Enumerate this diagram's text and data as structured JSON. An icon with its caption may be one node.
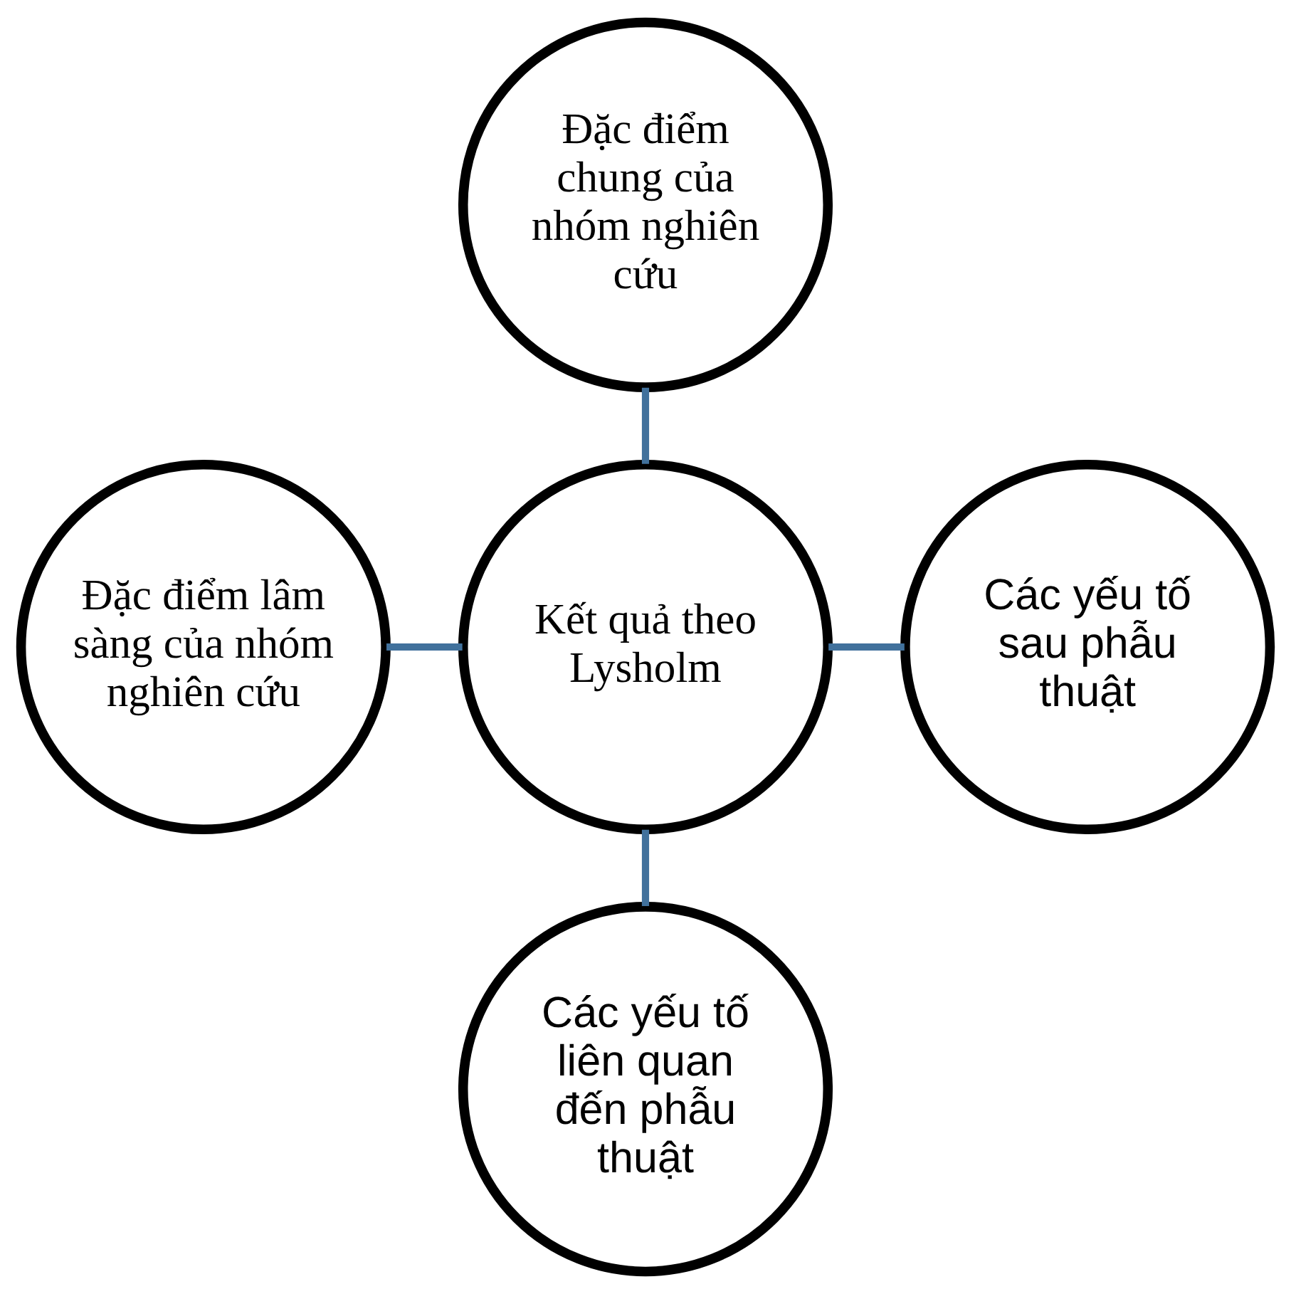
{
  "diagram": {
    "nodes": [
      {
        "text": [
          "Đặc điểm chung của nhóm nghiên cứu"
        ]
      },
      {
        "text": [
          "Đặc điểm lâm sàng của nhóm nghiên cứu"
        ]
      },
      {
        "text": [
          "Kết quả theo Lysholm"
        ]
      },
      {
        "text": [
          "Các yếu tố sau phẫu thuật"
        ]
      },
      {
        "text": [
          "Các yếu tố liên quan đến phẫu thuật"
        ]
      }
    ],
    "edges": [
      {
        "from": 0,
        "to": 2,
        "arrow": "none"
      },
      {
        "from": 1,
        "to": 2,
        "arrow": "none"
      },
      {
        "from": 2,
        "to": 3,
        "arrow": "none"
      },
      {
        "from": 2,
        "to": 4,
        "arrow": "none"
      }
    ]
  }
}
